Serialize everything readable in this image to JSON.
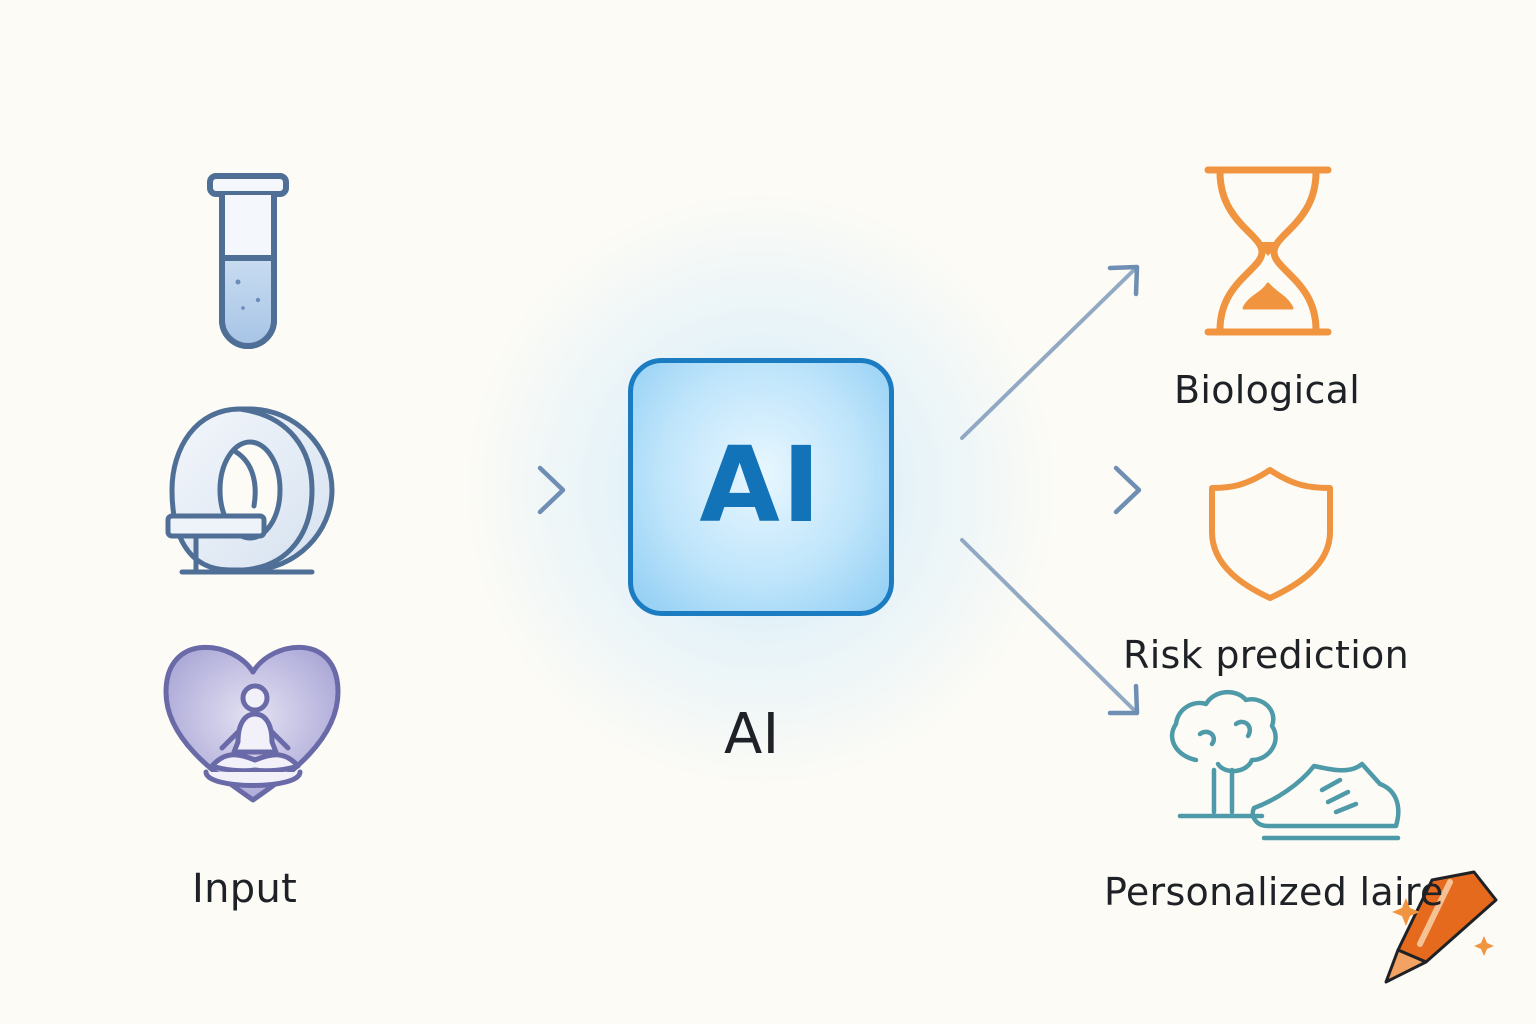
{
  "diagram": {
    "input_label": "Input",
    "ai_box_text": "AI",
    "ai_label": "AI",
    "outputs": {
      "biological": "Biological",
      "risk": "Risk prediction",
      "care": "Personalized laire"
    }
  },
  "icons": [
    "test-tube-icon",
    "mri-scanner-icon",
    "heart-meditation-icon",
    "hourglass-icon",
    "shield-icon",
    "brain-sneaker-icon",
    "crayon-icon"
  ],
  "colors": {
    "input_icons": "#4f6f96",
    "input_heart": "#6a6aa8",
    "ai_accent": "#1c7cc2",
    "output_orange": "#f09440",
    "output_teal": "#4f9aa8",
    "arrow": "#6f8eb3"
  }
}
